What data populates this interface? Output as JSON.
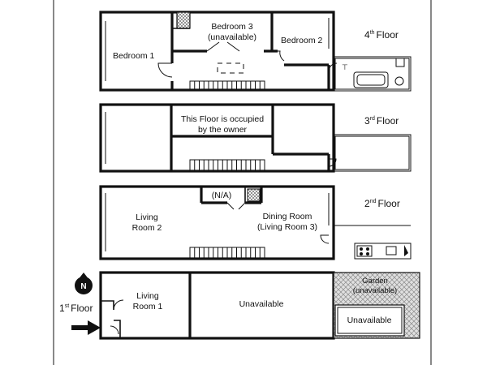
{
  "floors": {
    "fourth": {
      "num": "4",
      "suffix": "th",
      "word": "Floor",
      "rooms": {
        "bedroom1": "Bedroom 1",
        "bedroom3_line1": "Bedroom 3",
        "bedroom3_line2": "(unavailable)",
        "bedroom2": "Bedroom 2"
      }
    },
    "third": {
      "num": "3",
      "suffix": "rd",
      "word": "Floor",
      "rooms": {
        "owner_line1": "This Floor is occupied",
        "owner_line2": "by the owner"
      }
    },
    "second": {
      "num": "2",
      "suffix": "nd",
      "word": "Floor",
      "rooms": {
        "na": "(N/A)",
        "living2_line1": "Living",
        "living2_line2": "Room 2",
        "dining_line1": "Dining Room",
        "dining_line2": "(Living Room 3)"
      }
    },
    "first": {
      "num": "1",
      "suffix": "st",
      "word": "Floor",
      "rooms": {
        "living1_line1": "Living",
        "living1_line2": "Room 1",
        "unavailable_main": "Unavailable",
        "garden_line1": "Garden",
        "garden_line2": "(unavailable)",
        "unavailable_small": "Unavailable"
      }
    }
  },
  "compass_letter": "N",
  "colors": {
    "wall": "#111111",
    "garden_fill": "#d9d9d9",
    "background": "#ffffff"
  }
}
